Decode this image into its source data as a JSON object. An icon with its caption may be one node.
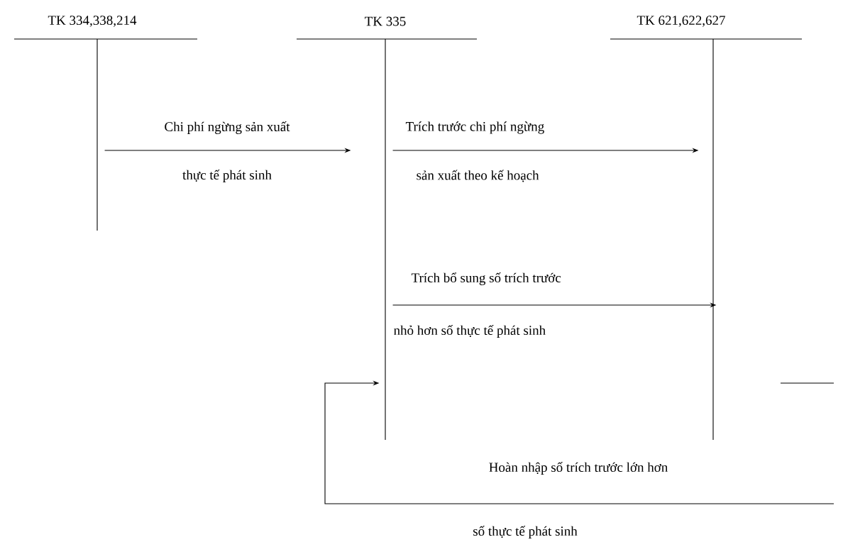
{
  "diagram": {
    "nodes": [
      {
        "text": [
          "TK 334,338,214"
        ]
      },
      {
        "text": [
          "TK 335"
        ]
      },
      {
        "text": [
          "TK 621,622,627"
        ]
      }
    ],
    "edges": [
      {
        "from": 0,
        "to": 1,
        "arrow": "to",
        "label": "Chi phí ngừng sản xuất"
      },
      {
        "from": 1,
        "to": 2,
        "arrow": "to",
        "label": "Trích trước chi phí ngừng"
      },
      {
        "from": 1,
        "to": 2,
        "arrow": "to",
        "label": "Trích bổ sung số trích trước"
      },
      {
        "from": null,
        "to": 1,
        "arrow": "to",
        "label": "Hoàn nhập số trích trước lớn hơn"
      }
    ],
    "labels": [
      "thực tế phát sinh",
      "sản xuất theo kế hoạch",
      "nhỏ hơn số thực tế phát sinh",
      "số thực tế phát sinh"
    ]
  }
}
